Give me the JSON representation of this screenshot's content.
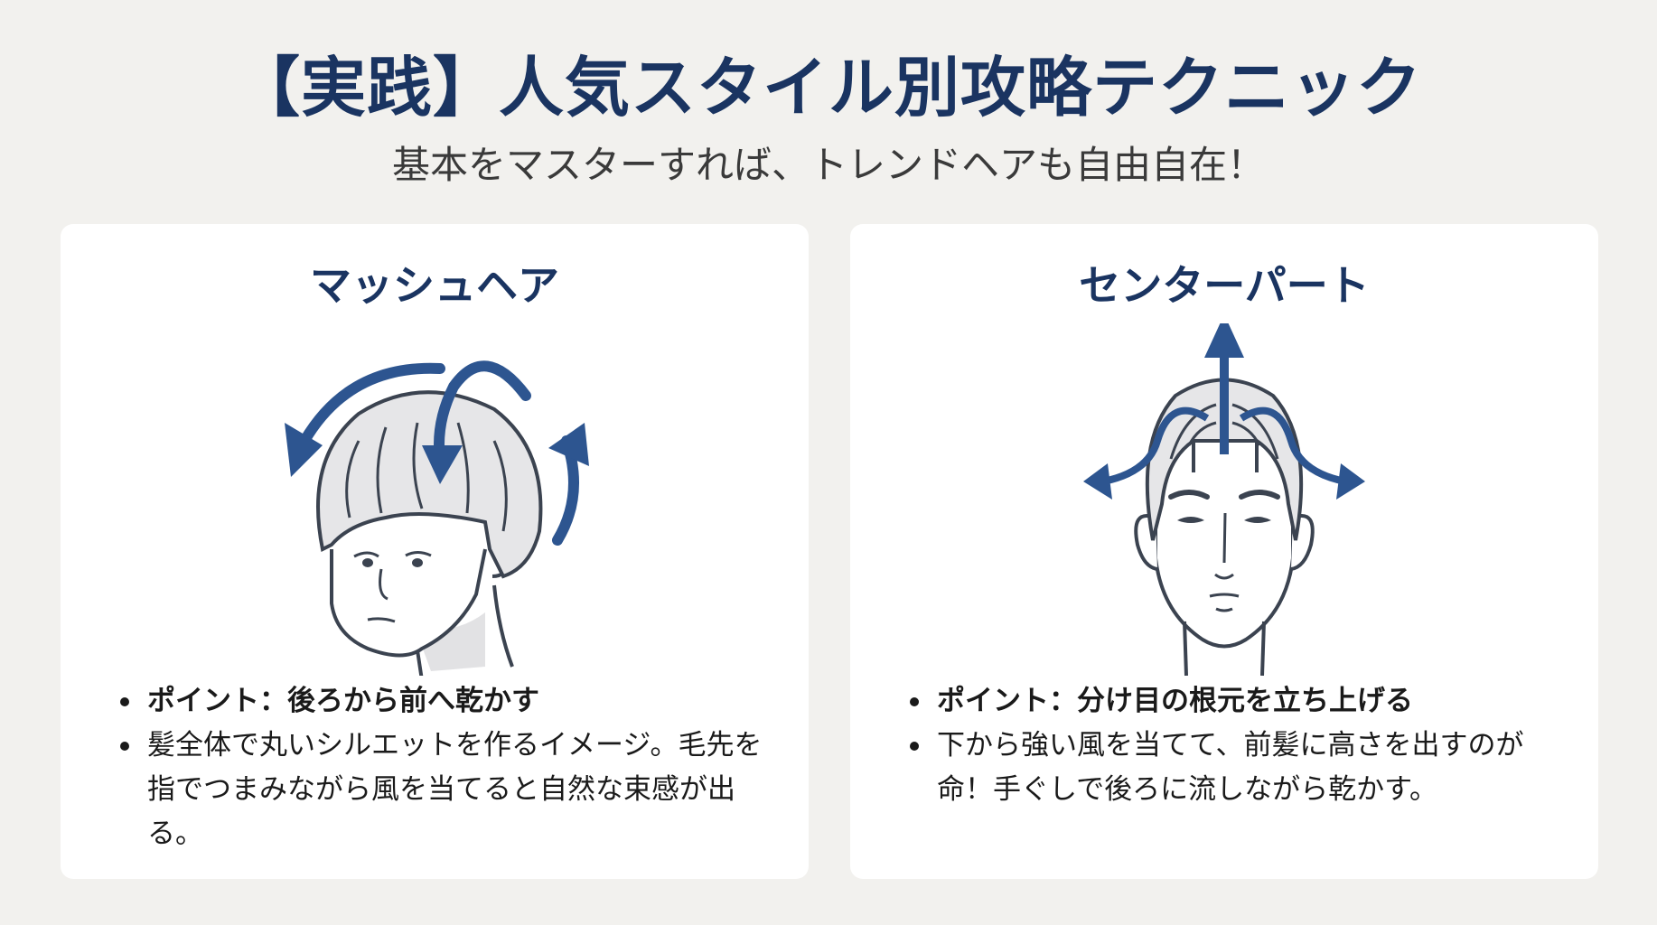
{
  "header": {
    "title": "【実践】人気スタイル別攻略テクニック",
    "subtitle": "基本をマスターすれば、トレンドヘアも自由自在！"
  },
  "colors": {
    "background": "#f2f1ee",
    "title": "#1a3461",
    "arrow": "#2d5590",
    "line": "#3b4350",
    "hair_fill": "#e6e6e8"
  },
  "cards": [
    {
      "title": "マッシュヘア",
      "illustration": "mash-hair-head-with-forward-drying-arrows-icon",
      "points": [
        "ポイント：後ろから前へ乾かす",
        "髪全体で丸いシルエットを作るイメージ。毛先を指でつまみながら風を当てると自然な束感が出る。"
      ]
    },
    {
      "title": "センターパート",
      "illustration": "center-part-head-with-upward-and-outward-arrows-icon",
      "points": [
        "ポイント：分け目の根元を立ち上げる",
        "下から強い風を当てて、前髪に高さを出すのが命！手ぐしで後ろに流しながら乾かす。"
      ]
    }
  ]
}
